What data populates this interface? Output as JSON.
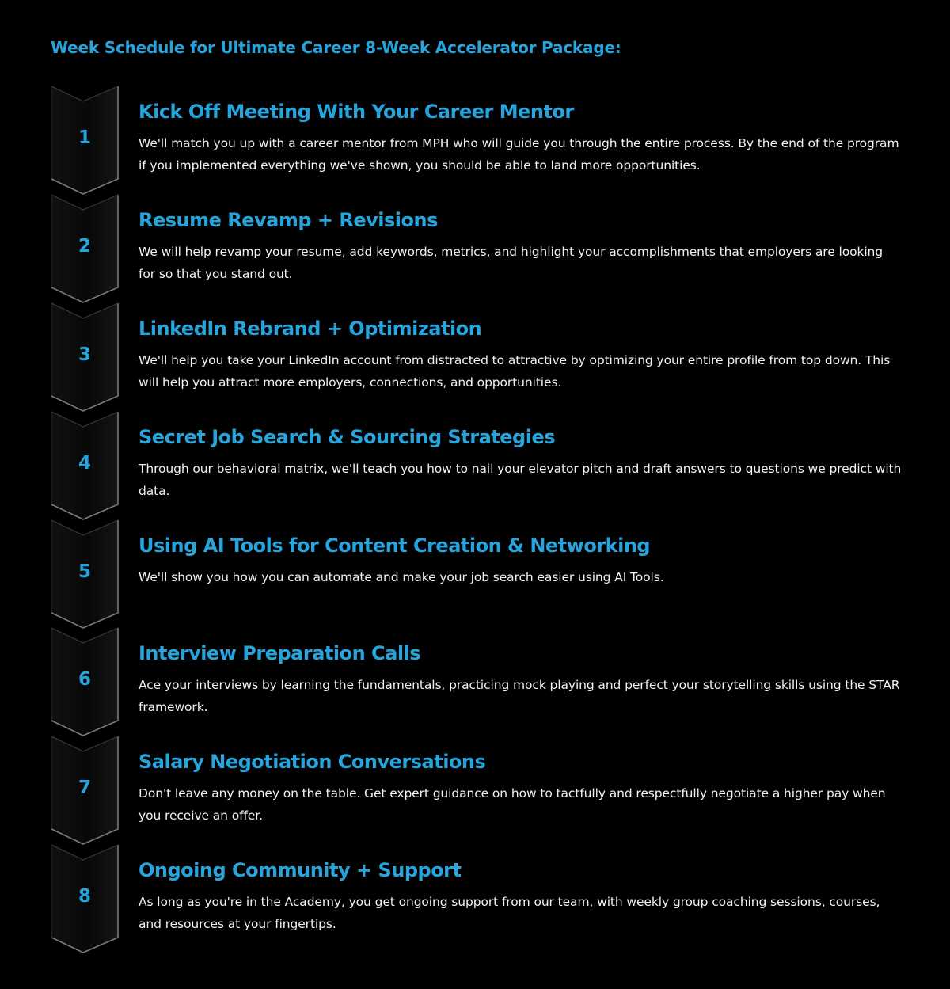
{
  "page": {
    "heading": "Week Schedule for Ultimate Career 8-Week Accelerator Package:",
    "accent_color": "#27a4dc",
    "text_color": "#f2f2f2",
    "background_color": "#000000"
  },
  "steps": [
    {
      "number": "1",
      "title": "Kick Off Meeting With Your Career Mentor",
      "description": "We'll match you up with a career mentor from MPH who will guide you through the entire process. By the end of the program if you implemented everything we've shown, you should be able to land more opportunities."
    },
    {
      "number": "2",
      "title": "Resume Revamp + Revisions",
      "description": "We will help revamp your resume, add keywords, metrics, and highlight your accomplishments that employers are looking for so that you stand out."
    },
    {
      "number": "3",
      "title": "LinkedIn Rebrand + Optimization",
      "description": "We'll help you take your LinkedIn account from distracted to attractive by optimizing your entire profile from top down. This will help you attract more employers, connections, and opportunities."
    },
    {
      "number": "4",
      "title": "Secret Job Search & Sourcing Strategies",
      "description": "Through our behavioral matrix, we'll teach you how to nail your elevator pitch and draft answers to questions we predict with data."
    },
    {
      "number": "5",
      "title": "Using AI Tools for Content Creation & Networking",
      "description": "We'll show you how you can automate and make your job search easier using AI Tools."
    },
    {
      "number": "6",
      "title": "Interview Preparation Calls",
      "description": "Ace your interviews by learning the fundamentals, practicing mock playing and perfect your storytelling skills using the STAR framework."
    },
    {
      "number": "7",
      "title": "Salary Negotiation Conversations",
      "description": "Don't leave any money on the table. Get expert guidance on how to tactfully and respectfully negotiate a higher pay when you receive an offer."
    },
    {
      "number": "8",
      "title": "Ongoing Community + Support",
      "description": "As long as you're in the Academy, you get ongoing support from our team, with weekly group coaching sessions, courses, and resources at your fingertips."
    }
  ]
}
